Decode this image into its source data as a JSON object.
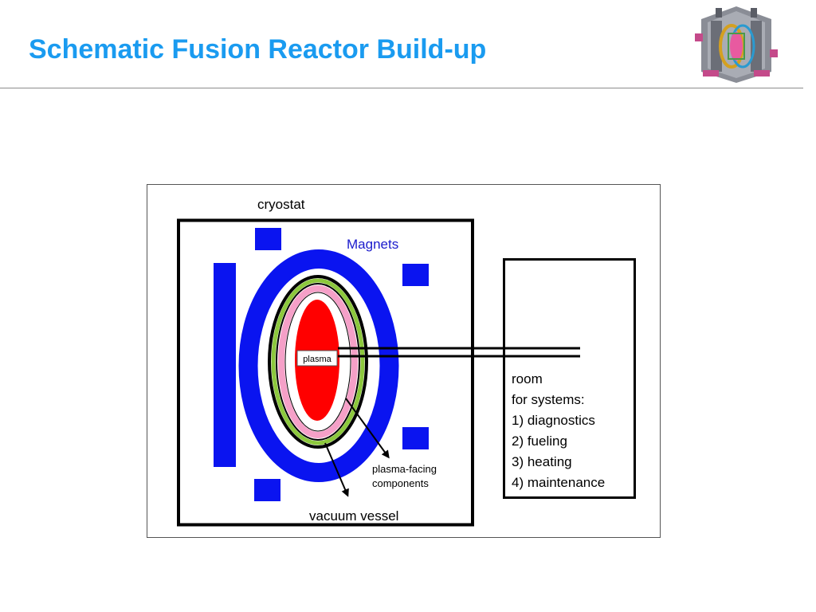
{
  "slide": {
    "title": "Schematic Fusion Reactor Build-up"
  },
  "diagram": {
    "labels": {
      "cryostat": "cryostat",
      "magnets": "Magnets",
      "plasma": "plasma",
      "plasma_facing": [
        "plasma-facing",
        "components"
      ],
      "vacuum_vessel": "vacuum vessel",
      "room": [
        "room",
        "for systems:",
        "1) diagnostics",
        "2) fueling",
        "3) heating",
        "4) maintenance"
      ]
    },
    "colors": {
      "magnet_blue": "#0a14f0",
      "plasma_red": "#ff0000",
      "pink_wall": "#f5a0c8",
      "green_layer": "#8cc83c",
      "magnets_label": "#1a1acc",
      "title_blue": "#1a9bf0"
    }
  },
  "logo": {
    "icon": "tokamak-cutaway-icon"
  }
}
